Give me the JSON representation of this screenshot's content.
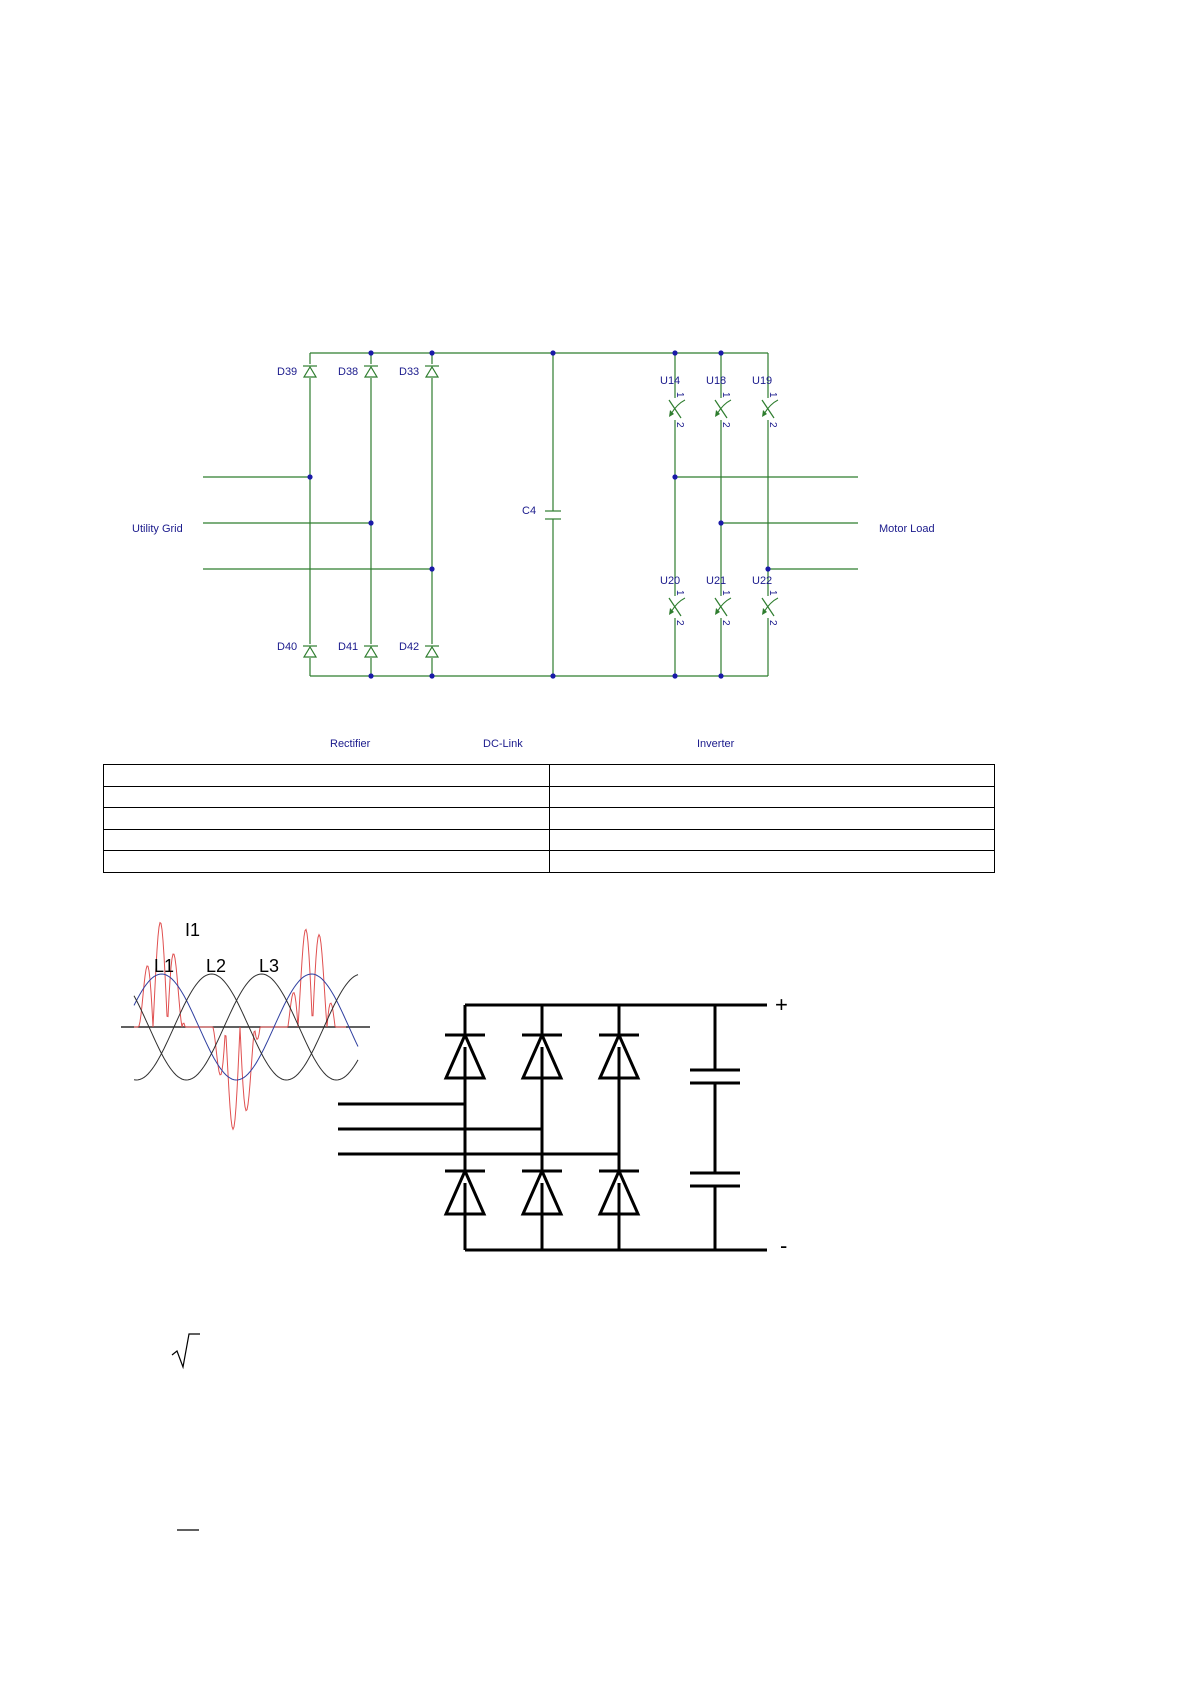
{
  "circuit": {
    "diodes_top": [
      "D39",
      "D38",
      "D33"
    ],
    "diodes_bottom": [
      "D40",
      "D41",
      "D42"
    ],
    "capacitor": "C4",
    "switches_top": [
      "U14",
      "U18",
      "U19"
    ],
    "switches_bottom": [
      "U20",
      "U21",
      "U22"
    ],
    "pin1": "1",
    "pin2": "2",
    "left_label": "Utility Grid",
    "right_label": "Motor Load",
    "sections": [
      "Rectifier",
      "DC-Link",
      "Inverter"
    ]
  },
  "table": {
    "rows": 5,
    "cols": 2
  },
  "waveform": {
    "current_label": "I1",
    "phase_labels": [
      "L1",
      "L2",
      "L3"
    ]
  },
  "bridge": {
    "plus": "+",
    "minus": "-"
  },
  "colors": {
    "wire": "#2e7d2e",
    "node": "#1a1aa8",
    "label": "#1a1a8c",
    "current": "#e05050",
    "phase_blue": "#3040a0",
    "phase_dark": "#303030"
  }
}
